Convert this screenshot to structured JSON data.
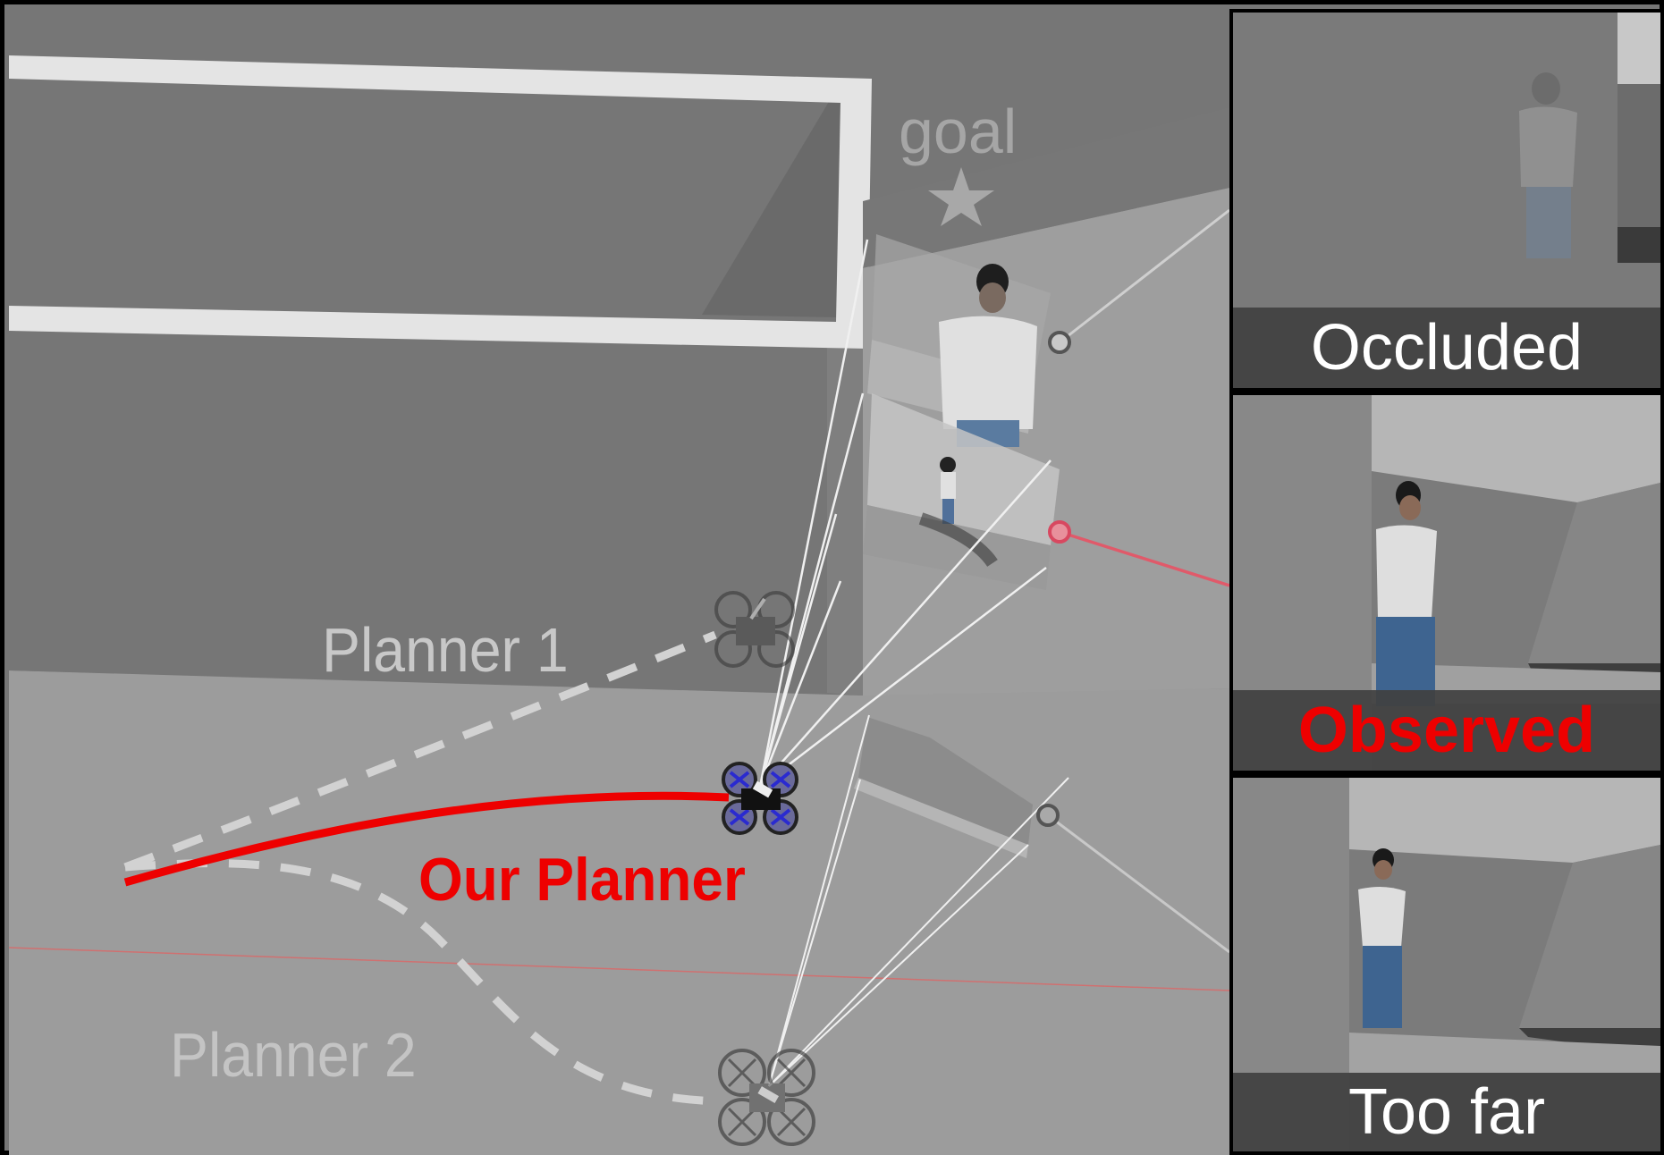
{
  "figure": {
    "scene": {
      "labels": {
        "goal": "goal",
        "planner1": "Planner 1",
        "planner2": "Planner 2",
        "our_planner": "Our Planner"
      },
      "markers": {
        "goal": "star-icon",
        "occluded_target": "gray-circle-marker",
        "observed_target": "pink-circle-marker",
        "too_far_target": "gray-circle-marker"
      },
      "drones": [
        {
          "name": "planner1-drone",
          "style": "ghost"
        },
        {
          "name": "our-planner-drone",
          "style": "blue-props"
        },
        {
          "name": "planner2-drone",
          "style": "ghost"
        }
      ]
    },
    "panels": [
      {
        "caption": "Occluded",
        "caption_color": "#ffffff",
        "bold": false
      },
      {
        "caption": "Observed",
        "caption_color": "#ee0000",
        "bold": true
      },
      {
        "caption": "Too far",
        "caption_color": "#ffffff",
        "bold": false
      }
    ],
    "colors": {
      "our_planner": "#ee0000",
      "baseline_paths": "#d0d0d0",
      "observed_ray": "#e06070",
      "background_wall": "#767676",
      "floor": "#9c9c9c"
    }
  }
}
